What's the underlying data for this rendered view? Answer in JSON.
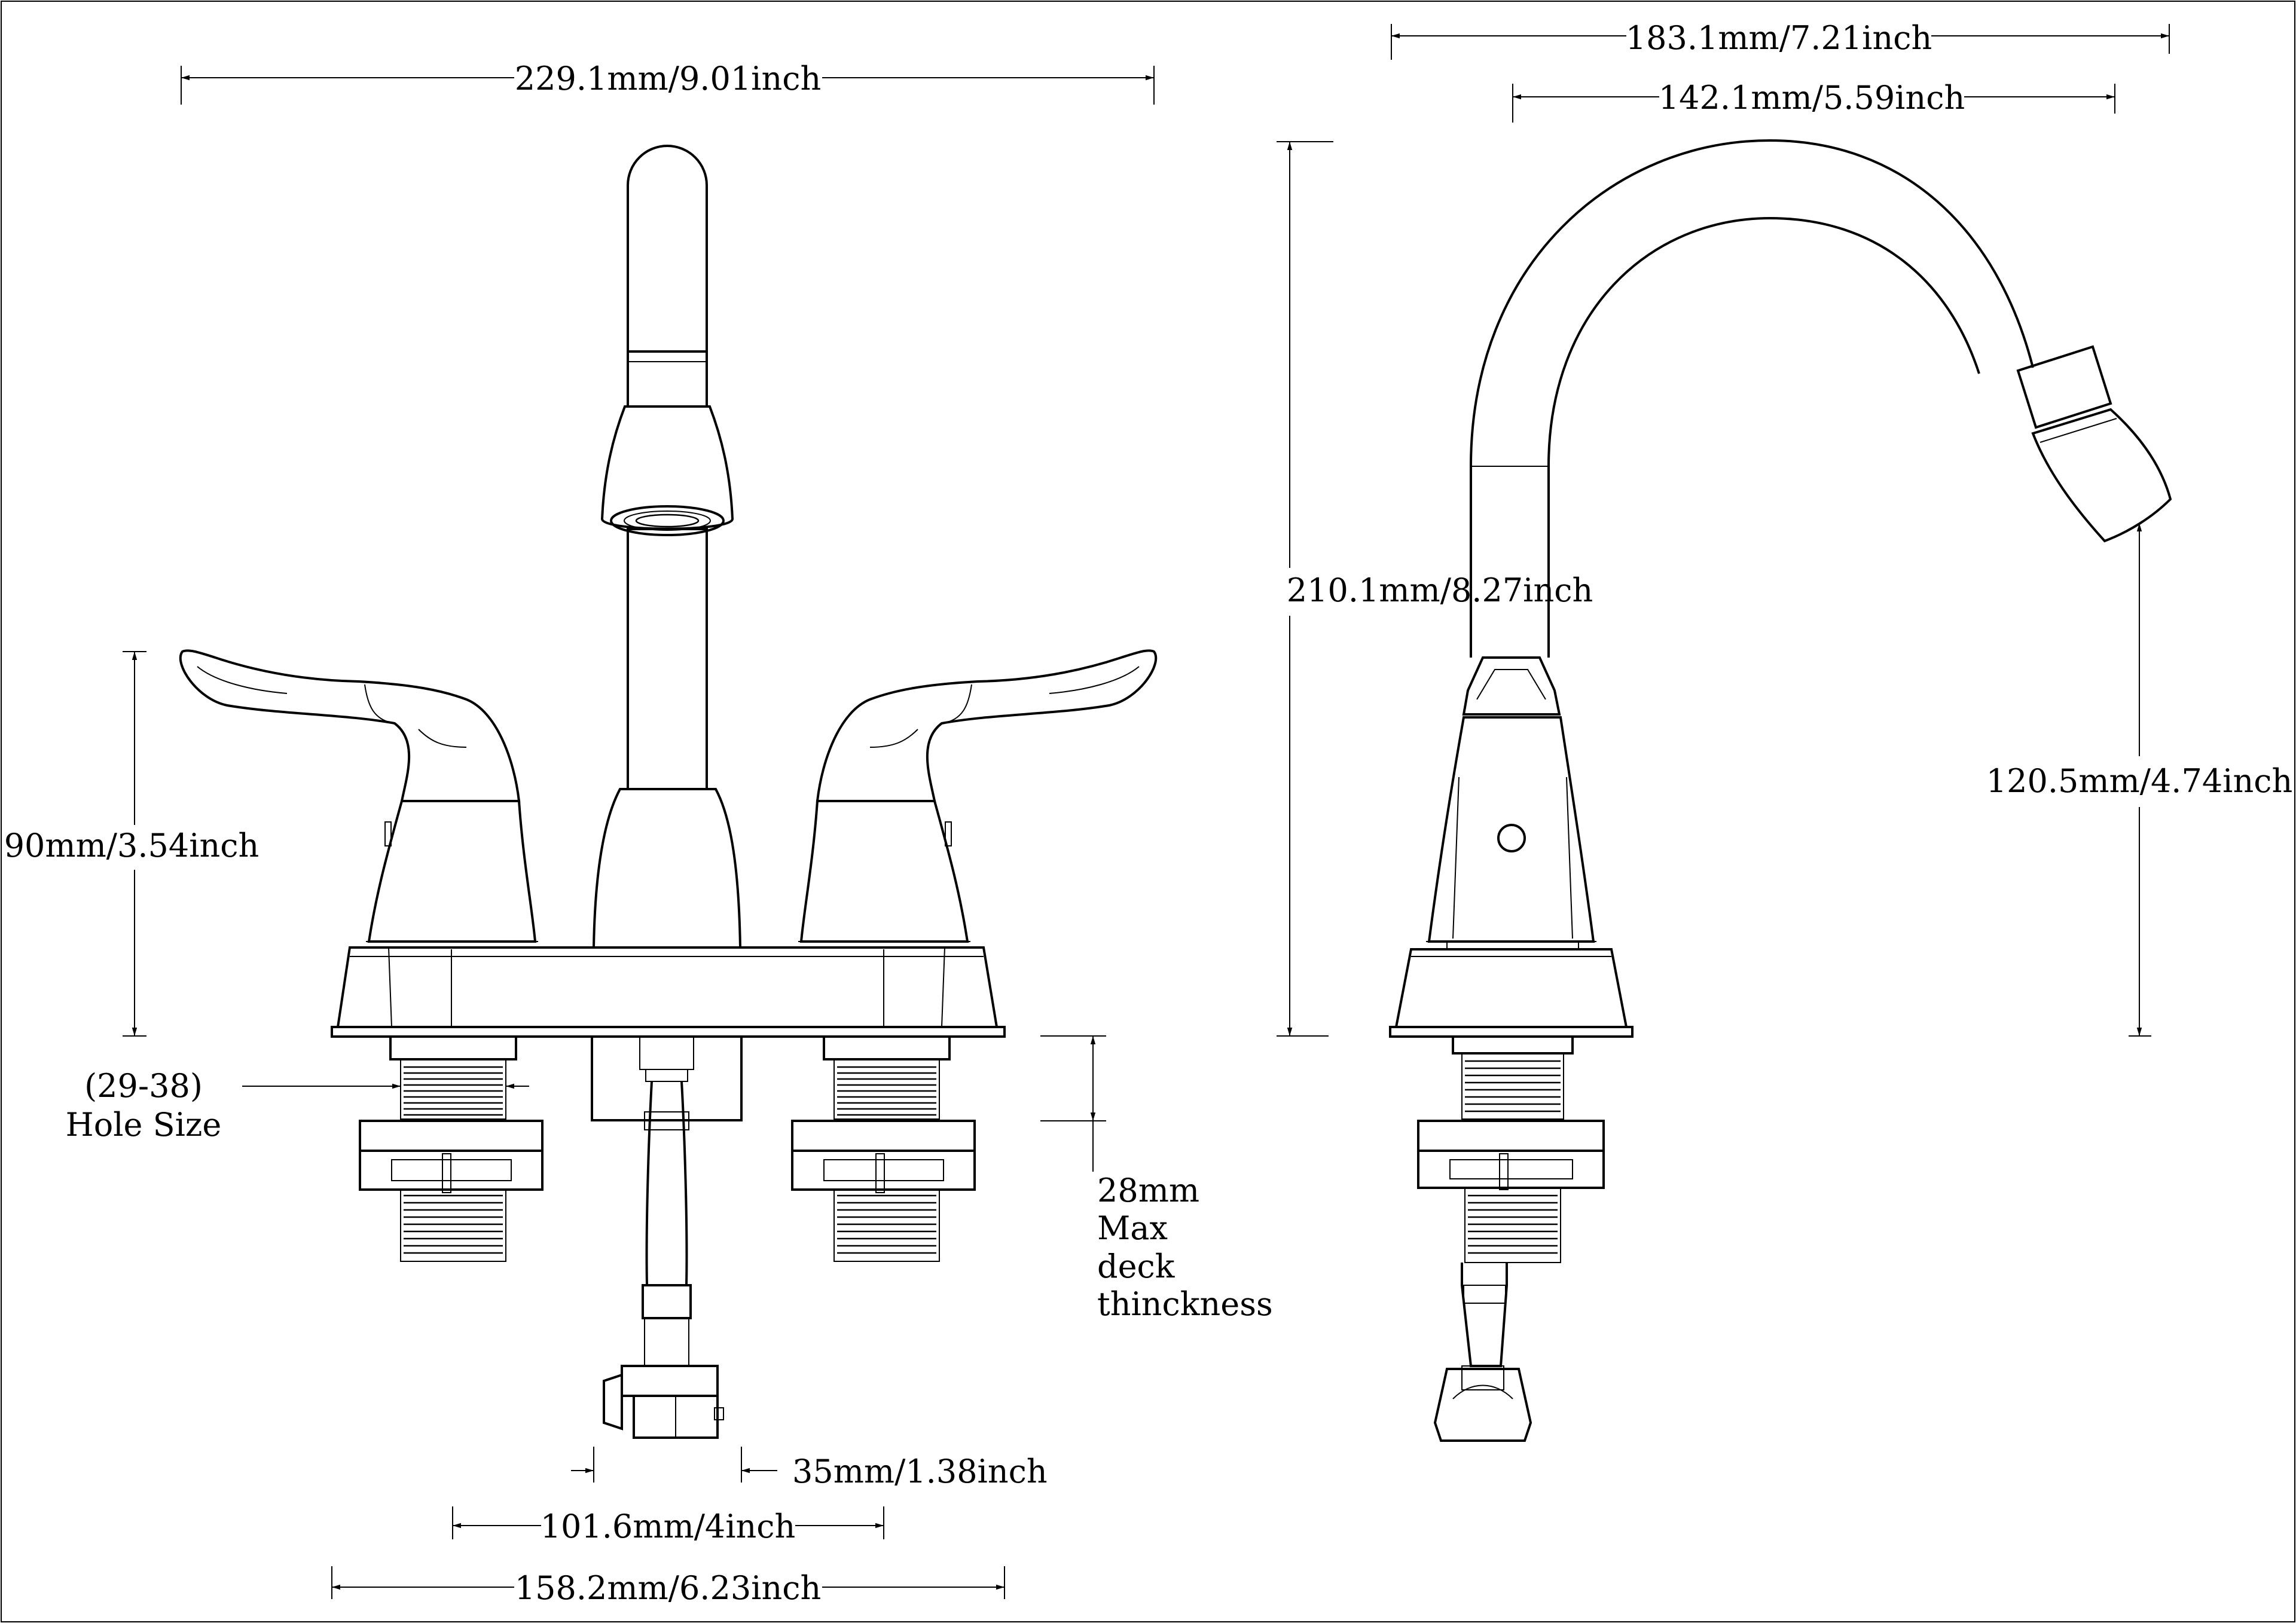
{
  "title": "",
  "dimensions": {
    "total_width": "229.1mm/9.01inch",
    "side_depth": "183.1mm/7.21inch",
    "spout_reach": "142.1mm/5.59inch",
    "total_height": "210.1mm/8.27inch",
    "spout_height": "120.5mm/4.74inch",
    "handle_height": "90mm/3.54inch",
    "hole_size_range": "(29-38)",
    "hole_size_label": "Hole Size",
    "deck_value": "28mm",
    "deck_line1": "Max",
    "deck_line2": "deck",
    "deck_line3": "thinckness",
    "drain_offset": "35mm/1.38inch",
    "center_spacing": "101.6mm/4inch",
    "base_width": "158.2mm/6.23inch"
  },
  "colors": {
    "line": "#000000",
    "background": "#ffffff"
  }
}
